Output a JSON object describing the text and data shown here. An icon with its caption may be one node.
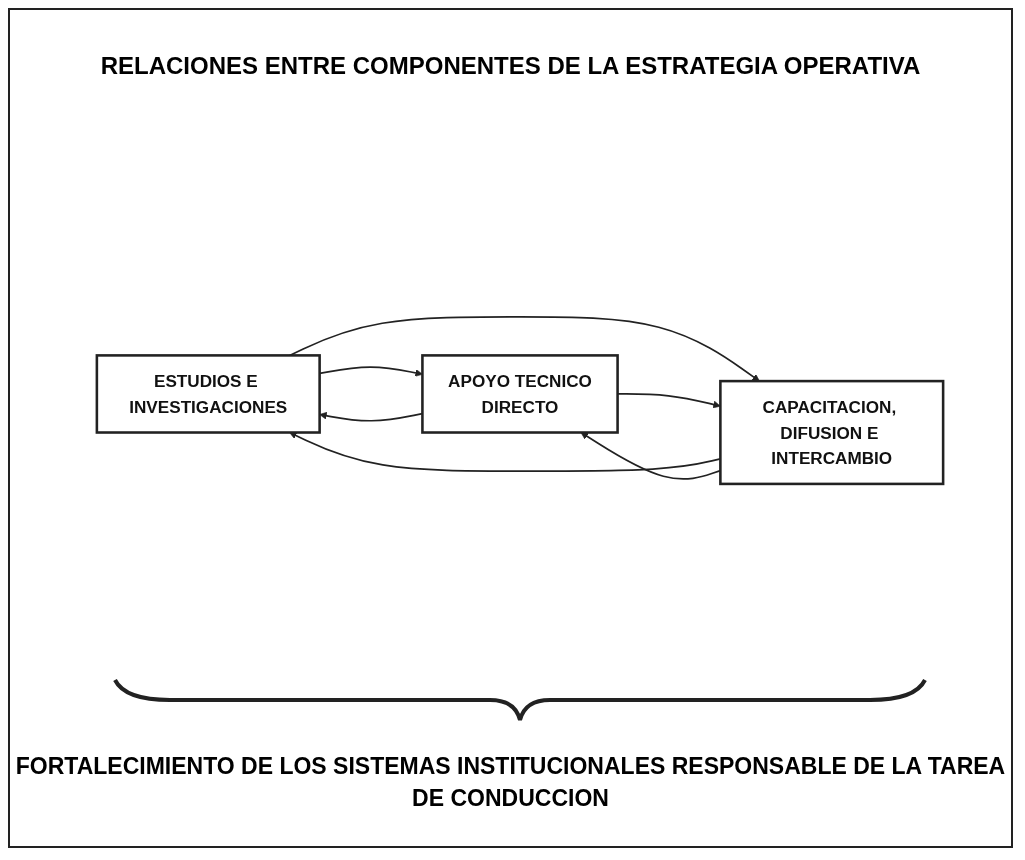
{
  "diagram": {
    "title": "RELACIONES ENTRE COMPONENTES DE LA ESTRATEGIA OPERATIVA",
    "caption": "FORTALECIMIENTO DE LOS SISTEMAS INSTITUCIONALES RESPONSABLE DE LA TAREA DE CONDUCCION",
    "nodes": [
      {
        "text": [
          "ESTUDIOS E INVESTIGACIONES"
        ]
      },
      {
        "text": [
          "CAPACITACION, DIFUSION E INTERCAMBIO"
        ]
      },
      {
        "text": [
          "APOYO TECNICO",
          "DIRECTO"
        ]
      }
    ],
    "edges": [
      {
        "from": 2,
        "to": 0,
        "arrow": "to"
      },
      {
        "from": 0,
        "to": 2,
        "arrow": "to"
      },
      {
        "from": 0,
        "to": 1,
        "arrow": "to"
      },
      {
        "from": 1,
        "to": 0,
        "arrow": "to"
      },
      {
        "from": 1,
        "to": 2,
        "arrow": "to"
      },
      {
        "from": 2,
        "to": 1,
        "arrow": "to"
      }
    ]
  }
}
